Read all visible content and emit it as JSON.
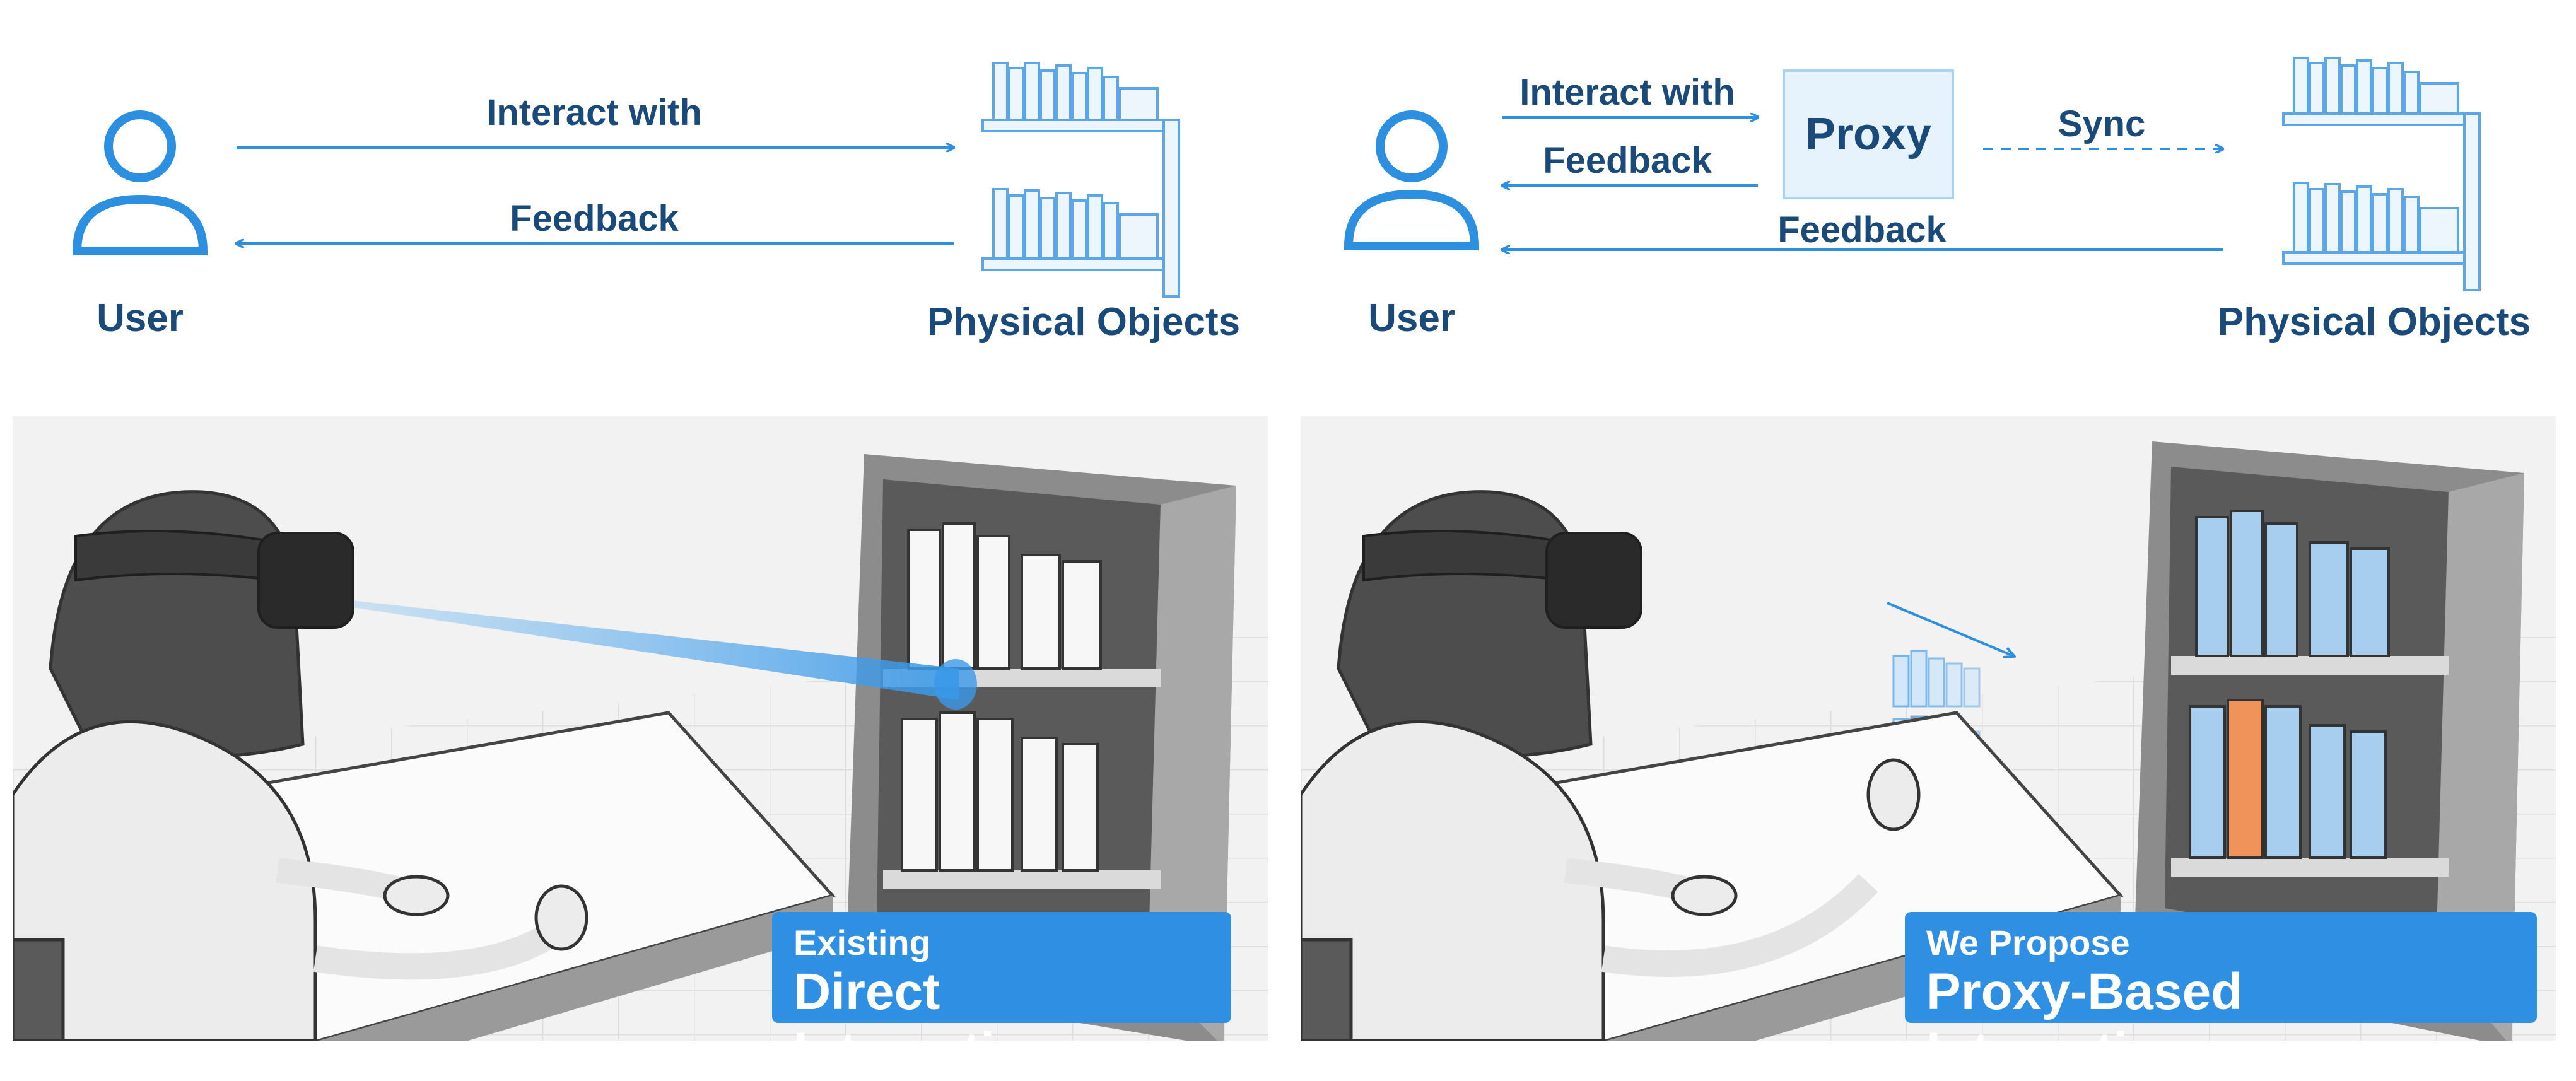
{
  "colors": {
    "accent": "#2f8fe3",
    "arrow": "#2d8fe0",
    "text_dark_blue": "#1a4a7a",
    "proxy_fill": "#e6f3fd",
    "book_blue": "#a7cdef",
    "book_orange": "#f0935a"
  },
  "icons": {
    "user": "user-icon",
    "bookshelf": "bookshelf-icon",
    "vr_headset": "vr-headset-icon"
  },
  "left": {
    "diagram": {
      "interact_label": "Interact with",
      "feedback_label": "Feedback",
      "user_label": "User",
      "objects_label": "Physical Objects"
    },
    "caption": {
      "small": "Existing",
      "large": "Direct Interaction"
    }
  },
  "right": {
    "diagram": {
      "interact_label": "Interact with",
      "feedback_label": "Feedback",
      "proxy_label": "Proxy",
      "sync_label": "Sync",
      "feedback_long_label": "Feedback",
      "user_label": "User",
      "objects_label": "Physical Objects"
    },
    "caption": {
      "small": "We Propose",
      "large": "Proxy-Based Interactions"
    }
  }
}
